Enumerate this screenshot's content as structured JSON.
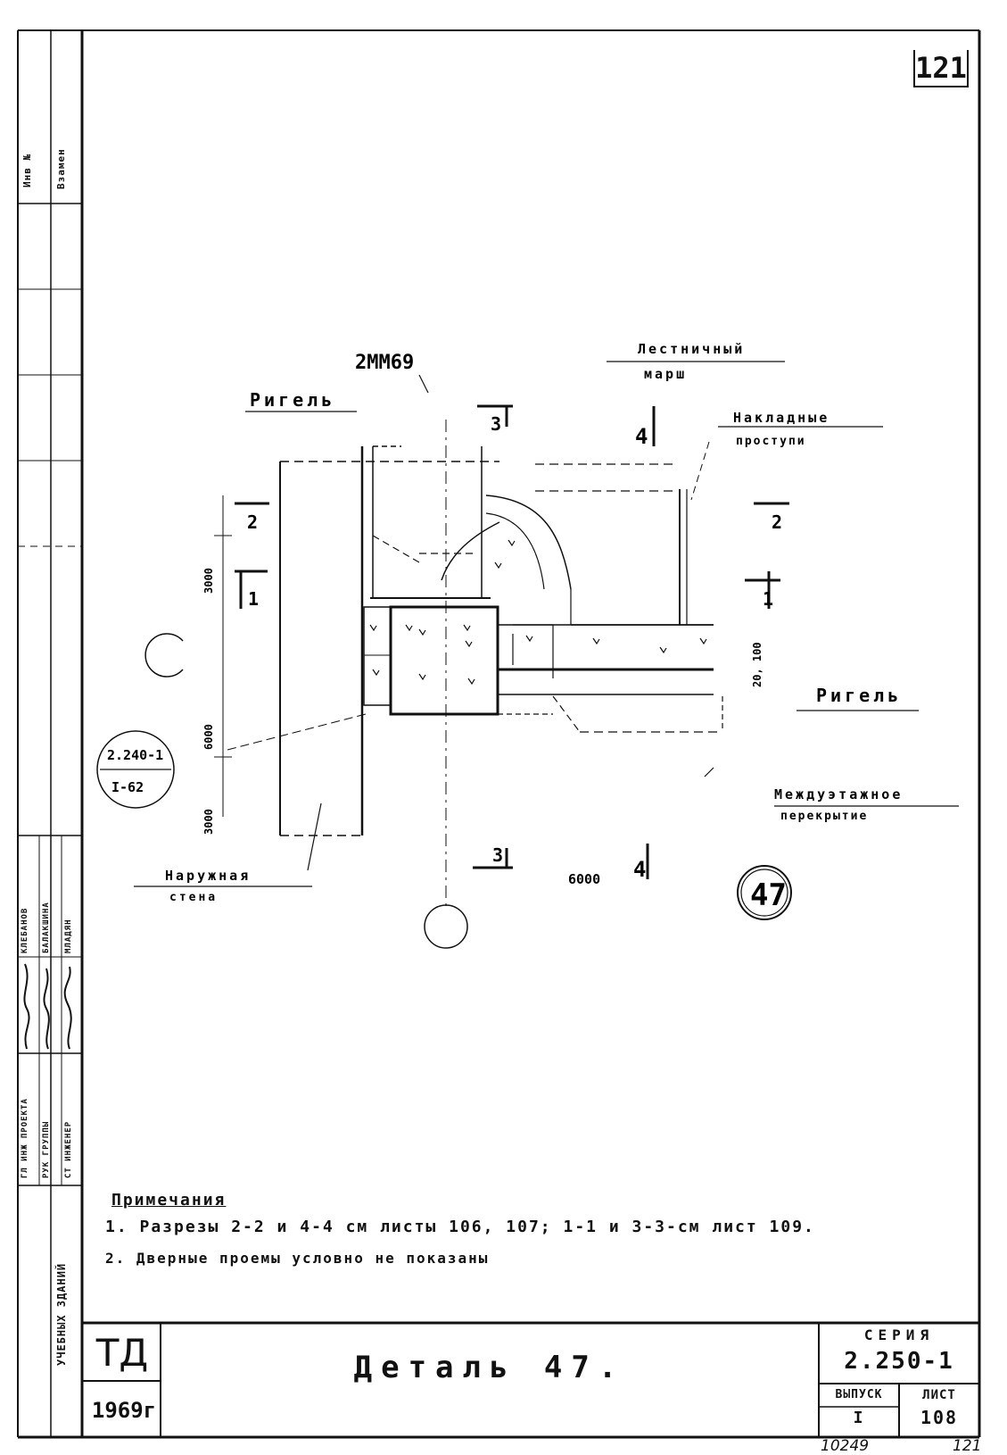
{
  "sheet_corner": "121",
  "side_strip": {
    "inv_no": "Инв №",
    "vzamen": "Взамен",
    "roles": [
      "ГЛ ИНЖ ПРОЕКТА",
      "РУК ГРУППЫ",
      "СТ ИНЖЕНЕР"
    ],
    "names": [
      "КЛЕБАНОВ",
      "БАЛАКШИНА",
      "МЛАДЯН"
    ],
    "org": "УЧЕБНЫХ ЗДАНИЙ"
  },
  "drawing": {
    "label_beam_top": "Ригель",
    "label_2mm69": "2ММ69",
    "label_stair": "Лестничный",
    "label_stair2": "марш",
    "label_treads": "Накладные",
    "label_treads2": "проступи",
    "label_beam_right": "Ригель",
    "label_floor": "Междуэтажное",
    "label_floor2": "перекрытие",
    "label_wall": "Наружная",
    "label_wall2": "стена",
    "ref_top": "2.240-1",
    "ref_bottom": "I-62",
    "dim_3000_top": "3000",
    "dim_6000": "6000",
    "dim_3000_bottom": "3000",
    "dim_6000_horiz": "6000",
    "dim_20_100": "20, 100",
    "section_1": "1",
    "section_2": "2",
    "section_3": "3",
    "section_4": "4",
    "detail_number": "47"
  },
  "notes": {
    "title": "Примечания",
    "line1": "1. Разрезы 2-2 и 4-4 см листы 106, 107; 1-1 и 3-3-см лист 109.",
    "line2": "2. Дверные проемы условно не показаны"
  },
  "title_block": {
    "td": "ТД",
    "year": "1969г",
    "title": "Деталь 47.",
    "series_label": "СЕРИЯ",
    "series_value": "2.250-1",
    "issue_label": "ВЫПУСК",
    "issue_value": "I",
    "sheet_label": "ЛИСТ",
    "sheet_value": "108"
  },
  "footer": {
    "left": "10249",
    "right": "121"
  }
}
